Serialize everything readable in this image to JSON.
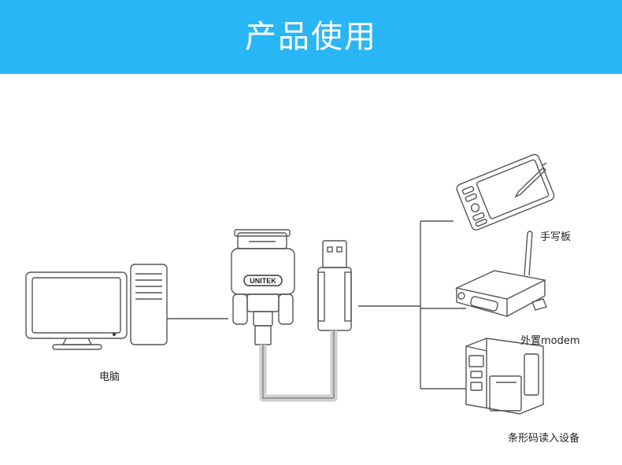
{
  "header": {
    "title": "产品使用"
  },
  "diagram": {
    "computer_label": "电脑",
    "brand": "UNITEK",
    "devices": [
      {
        "id": "tablet",
        "label": "手写板",
        "icon": "drawing-tablet-icon"
      },
      {
        "id": "modem",
        "label": "外置modem",
        "icon": "modem-icon"
      },
      {
        "id": "printer",
        "label": "条形码读入设备",
        "icon": "barcode-printer-icon"
      }
    ],
    "colors": {
      "banner": "#29b6f6",
      "line": "#555555",
      "cable": "#cfcfcf"
    }
  }
}
